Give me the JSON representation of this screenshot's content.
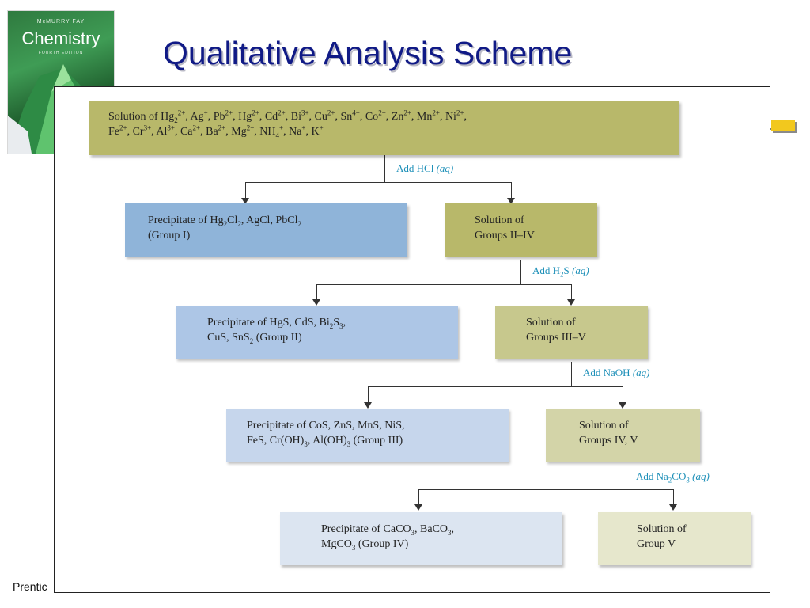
{
  "cover": {
    "authors": "McMURRY FAY",
    "title": "Chemistry",
    "edition": "FOURTH EDITION"
  },
  "slide": {
    "title": "Qualitative Analysis Scheme",
    "footer": "Prentic"
  },
  "colors": {
    "title": "#101a86",
    "olive": "#b8b86a",
    "blue_dark": "#8fb4d9",
    "blue_mid": "#adc6e6",
    "blue_light": "#c6d6ec",
    "blue_pale": "#dce5f1",
    "olive_mid": "#c7c88d",
    "olive_light": "#d3d4a8",
    "olive_pale": "#e6e7cc",
    "reagent_text": "#1c8fb8",
    "accent_yellow": "#f2c81e"
  },
  "diagram": {
    "top": {
      "line1": [
        {
          "t": "Solution of Hg"
        },
        {
          "sub": "2"
        },
        {
          "sup": "2+"
        },
        {
          "t": ", Ag"
        },
        {
          "sup": "+"
        },
        {
          "t": ", Pb"
        },
        {
          "sup": "2+"
        },
        {
          "t": ", Hg"
        },
        {
          "sup": "2+"
        },
        {
          "t": ", Cd"
        },
        {
          "sup": "2+"
        },
        {
          "t": ", Bi"
        },
        {
          "sup": "3+"
        },
        {
          "t": ", Cu"
        },
        {
          "sup": "2+"
        },
        {
          "t": ", Sn"
        },
        {
          "sup": "4+"
        },
        {
          "t": ", Co"
        },
        {
          "sup": "2+"
        },
        {
          "t": ", Zn"
        },
        {
          "sup": "2+"
        },
        {
          "t": ", Mn"
        },
        {
          "sup": "2+"
        },
        {
          "t": ", Ni"
        },
        {
          "sup": "2+"
        },
        {
          "t": ","
        }
      ],
      "line2": [
        {
          "t": "Fe"
        },
        {
          "sup": "2+"
        },
        {
          "t": ", Cr"
        },
        {
          "sup": "3+"
        },
        {
          "t": ", Al"
        },
        {
          "sup": "3+"
        },
        {
          "t": ", Ca"
        },
        {
          "sup": "2+"
        },
        {
          "t": ", Ba"
        },
        {
          "sup": "2+"
        },
        {
          "t": ", Mg"
        },
        {
          "sup": "2+"
        },
        {
          "t": ", NH"
        },
        {
          "sub": "4"
        },
        {
          "sup": "+"
        },
        {
          "t": ", Na"
        },
        {
          "sup": "+"
        },
        {
          "t": ", K"
        },
        {
          "sup": "+"
        }
      ]
    },
    "reagents": [
      [
        {
          "t": "Add HCl "
        },
        {
          "i": "(aq)"
        }
      ],
      [
        {
          "t": "Add H"
        },
        {
          "sub": "2"
        },
        {
          "t": "S "
        },
        {
          "i": "(aq)"
        }
      ],
      [
        {
          "t": "Add NaOH "
        },
        {
          "i": "(aq)"
        }
      ],
      [
        {
          "t": "Add Na"
        },
        {
          "sub": "2"
        },
        {
          "t": "CO"
        },
        {
          "sub": "3"
        },
        {
          "t": " "
        },
        {
          "i": "(aq)"
        }
      ]
    ],
    "precipitates": [
      {
        "line1": [
          {
            "t": "Precipitate of Hg"
          },
          {
            "sub": "2"
          },
          {
            "t": "Cl"
          },
          {
            "sub": "2"
          },
          {
            "t": ", AgCl, PbCl"
          },
          {
            "sub": "2"
          }
        ],
        "line2": [
          {
            "t": "(Group I)"
          }
        ]
      },
      {
        "line1": [
          {
            "t": "Precipitate of HgS, CdS, Bi"
          },
          {
            "sub": "2"
          },
          {
            "t": "S"
          },
          {
            "sub": "3"
          },
          {
            "t": ","
          }
        ],
        "line2": [
          {
            "t": "CuS, SnS"
          },
          {
            "sub": "2"
          },
          {
            "t": " (Group II)"
          }
        ]
      },
      {
        "line1": [
          {
            "t": "Precipitate of CoS, ZnS, MnS, NiS,"
          }
        ],
        "line2": [
          {
            "t": "FeS, Cr(OH)"
          },
          {
            "sub": "3"
          },
          {
            "t": ", Al(OH)"
          },
          {
            "sub": "3"
          },
          {
            "t": " (Group III)"
          }
        ]
      },
      {
        "line1": [
          {
            "t": "Precipitate of CaCO"
          },
          {
            "sub": "3"
          },
          {
            "t": ", BaCO"
          },
          {
            "sub": "3"
          },
          {
            "t": ","
          }
        ],
        "line2": [
          {
            "t": "MgCO"
          },
          {
            "sub": "3"
          },
          {
            "t": " (Group IV)"
          }
        ]
      }
    ],
    "solutions": [
      {
        "line1": [
          {
            "t": "Solution of"
          }
        ],
        "line2": [
          {
            "t": "Groups II–IV"
          }
        ]
      },
      {
        "line1": [
          {
            "t": "Solution of"
          }
        ],
        "line2": [
          {
            "t": "Groups III–V"
          }
        ]
      },
      {
        "line1": [
          {
            "t": "Solution of"
          }
        ],
        "line2": [
          {
            "t": "Groups IV, V"
          }
        ]
      },
      {
        "line1": [
          {
            "t": "Solution of"
          }
        ],
        "line2": [
          {
            "t": "Group V"
          }
        ]
      }
    ]
  }
}
